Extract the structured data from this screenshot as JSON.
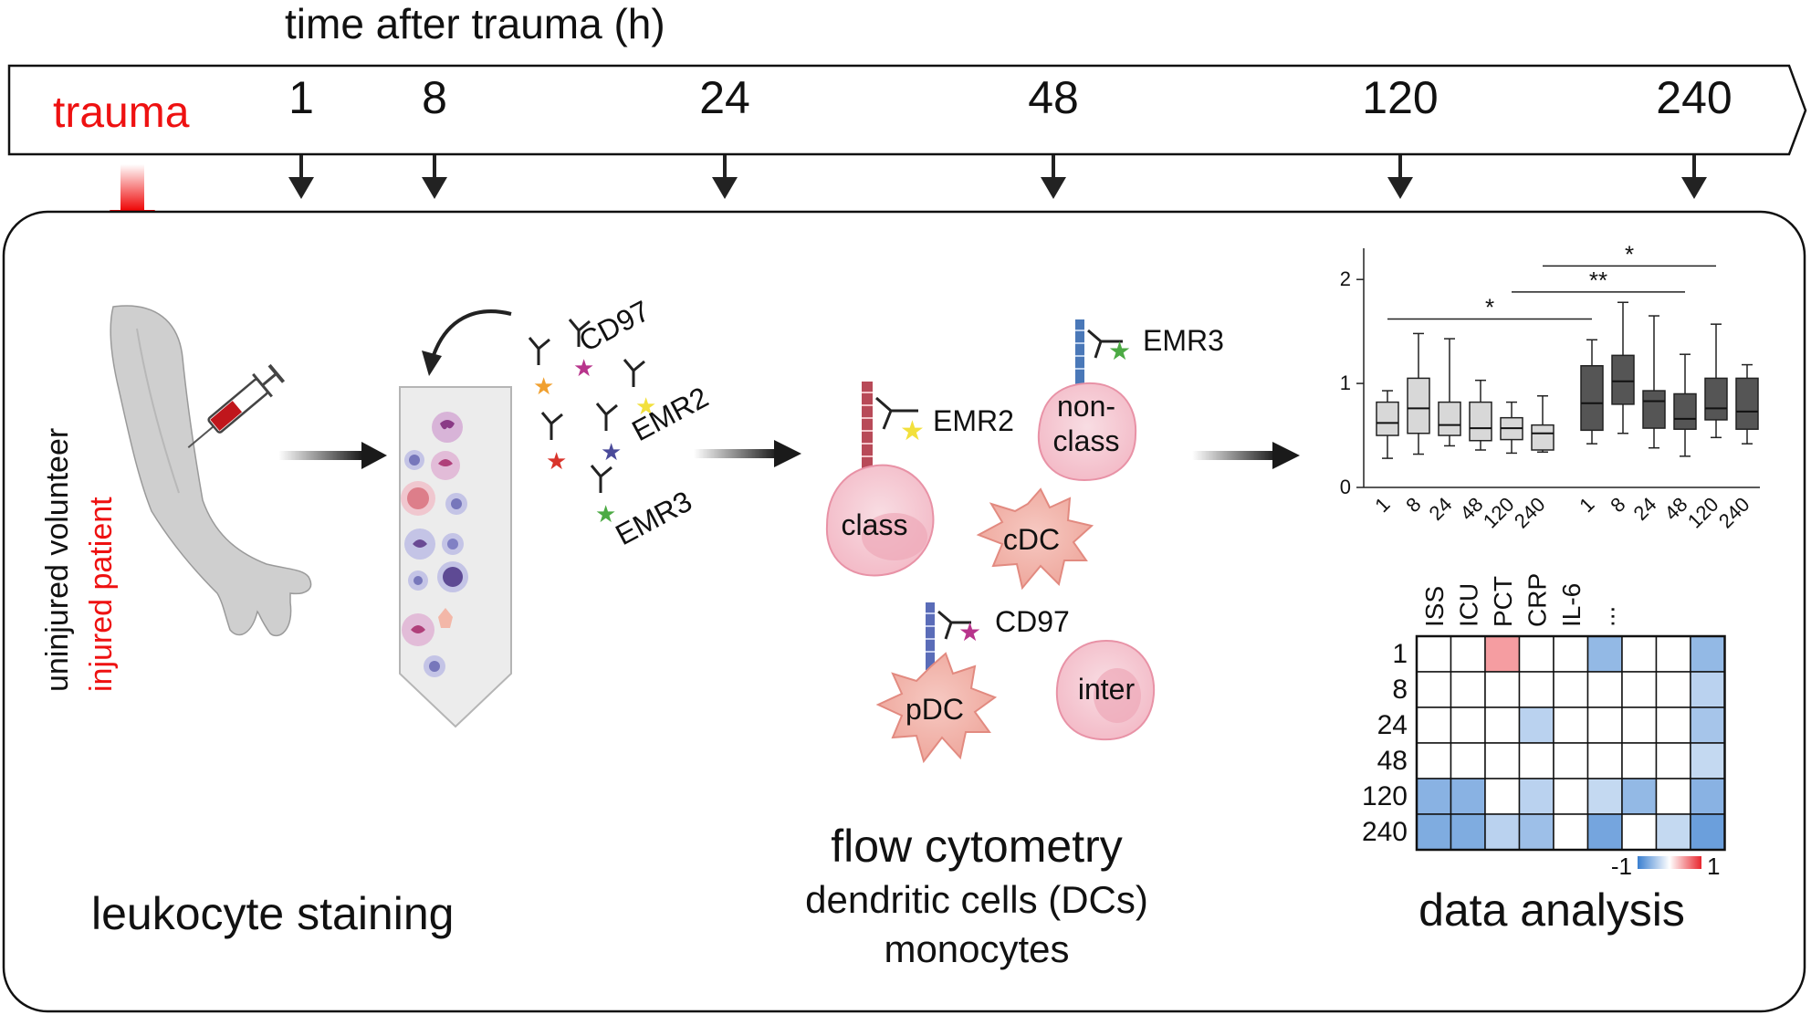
{
  "timeline": {
    "axis_title": "time after trauma (h)",
    "trauma_label": "trauma",
    "timepoints": [
      "1",
      "8",
      "24",
      "48",
      "120",
      "240"
    ]
  },
  "groups": {
    "control": "uninjured volunteer",
    "patient": "injured patient"
  },
  "staining": {
    "title": "leukocyte staining",
    "antibodies": [
      "CD97",
      "EMR2",
      "EMR3"
    ]
  },
  "flow": {
    "title": "flow cytometry",
    "subtitle_1": "dendritic cells (DCs)",
    "subtitle_2": "monocytes",
    "cells": {
      "class": "class",
      "nonclass_1": "non-",
      "nonclass_2": "class",
      "cdc": "cDC",
      "pdc": "pDC",
      "inter": "inter"
    },
    "markers": {
      "emr2": "EMR2",
      "emr3": "EMR3",
      "cd97": "CD97"
    }
  },
  "analysis": {
    "title": "data analysis",
    "boxplot": {
      "y_ticks": [
        "0",
        "1",
        "2"
      ],
      "x_labels": [
        "1",
        "8",
        "24",
        "48",
        "120",
        "240",
        "1",
        "8",
        "24",
        "48",
        "120",
        "240"
      ],
      "sig_1": "*",
      "sig_2": "**",
      "sig_3": "*"
    },
    "heatmap": {
      "columns": [
        "ISS",
        "ICU",
        "PCT",
        "CRP",
        "IL-6",
        "..."
      ],
      "rows": [
        "1",
        "8",
        "24",
        "48",
        "120",
        "240"
      ],
      "legend_min": "-1",
      "legend_max": "1"
    }
  },
  "chart_data": [
    {
      "type": "box",
      "ylim": [
        0,
        2.3
      ],
      "y_ticks": [
        0,
        1,
        2
      ],
      "categories": [
        "1",
        "8",
        "24",
        "48",
        "120",
        "240",
        "1",
        "8",
        "24",
        "48",
        "120",
        "240"
      ],
      "series": [
        {
          "color": "#d8d8d8",
          "boxes": [
            {
              "min": 0.28,
              "q1": 0.5,
              "median": 0.62,
              "q3": 0.82,
              "max": 0.93
            },
            {
              "min": 0.32,
              "q1": 0.52,
              "median": 0.76,
              "q3": 1.05,
              "max": 1.48
            },
            {
              "min": 0.4,
              "q1": 0.5,
              "median": 0.6,
              "q3": 0.82,
              "max": 1.43
            },
            {
              "min": 0.36,
              "q1": 0.45,
              "median": 0.57,
              "q3": 0.82,
              "max": 1.03
            },
            {
              "min": 0.33,
              "q1": 0.46,
              "median": 0.57,
              "q3": 0.67,
              "max": 0.82
            },
            {
              "min": 0.34,
              "q1": 0.36,
              "median": 0.52,
              "q3": 0.6,
              "max": 0.88
            }
          ]
        },
        {
          "color": "#555555",
          "boxes": [
            {
              "min": 0.42,
              "q1": 0.55,
              "median": 0.81,
              "q3": 1.17,
              "max": 1.42
            },
            {
              "min": 0.52,
              "q1": 0.8,
              "median": 1.02,
              "q3": 1.27,
              "max": 1.78
            },
            {
              "min": 0.38,
              "q1": 0.57,
              "median": 0.83,
              "q3": 0.93,
              "max": 1.65
            },
            {
              "min": 0.3,
              "q1": 0.56,
              "median": 0.66,
              "q3": 0.9,
              "max": 1.28
            },
            {
              "min": 0.48,
              "q1": 0.65,
              "median": 0.76,
              "q3": 1.05,
              "max": 1.57
            },
            {
              "min": 0.42,
              "q1": 0.56,
              "median": 0.73,
              "q3": 1.05,
              "max": 1.18
            }
          ]
        }
      ],
      "significance": [
        {
          "from": 0,
          "to": 6,
          "value": 1.62,
          "label": "*"
        },
        {
          "from": 4,
          "to": 9,
          "value": 1.88,
          "label": "**"
        },
        {
          "from": 5,
          "to": 10,
          "value": 2.13,
          "label": "*"
        }
      ]
    },
    {
      "type": "heatmap",
      "rows": [
        "1",
        "8",
        "24",
        "48",
        "120",
        "240"
      ],
      "columns": [
        "ISS",
        "ICU",
        "PCT",
        "CRP",
        "IL-6",
        "...",
        "",
        "",
        ""
      ],
      "range": [
        -1,
        1
      ],
      "values": [
        [
          0,
          0,
          0.45,
          0,
          0,
          -0.55,
          0,
          0,
          -0.55
        ],
        [
          0,
          0,
          0,
          0,
          0,
          0,
          0,
          0,
          -0.35
        ],
        [
          0,
          0,
          0,
          -0.35,
          0,
          0,
          0,
          0,
          -0.45
        ],
        [
          0,
          0,
          0,
          0,
          0,
          0,
          0,
          0,
          -0.3
        ],
        [
          -0.6,
          -0.6,
          0,
          -0.35,
          0,
          -0.3,
          -0.55,
          0,
          -0.6
        ],
        [
          -0.65,
          -0.65,
          -0.35,
          -0.5,
          0,
          -0.7,
          0,
          -0.3,
          -0.75
        ]
      ]
    }
  ]
}
